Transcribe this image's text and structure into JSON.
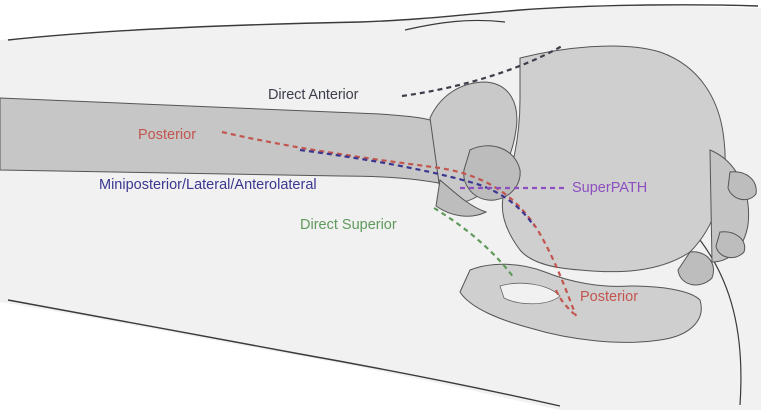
{
  "labels": {
    "direct_anterior": "Direct Anterior",
    "posterior_upper": "Posterior",
    "miniposterior": "Miniposterior/Lateral/Anterolateral",
    "superpath": "SuperPATH",
    "direct_superior": "Direct Superior",
    "posterior_lower": "Posterior"
  },
  "colors": {
    "background": "#ffffff",
    "leg_skin": "#f1f1f1",
    "outline": "#3a3a3a",
    "bone": "#cfcfcf",
    "bone_dark": "#b8b8b8",
    "direct_anterior": "#3d3f4a",
    "posterior": "#c2554e",
    "miniposterior": "#3b3690",
    "superpath": "#8e4fc1",
    "direct_superior": "#5f9a5c"
  }
}
